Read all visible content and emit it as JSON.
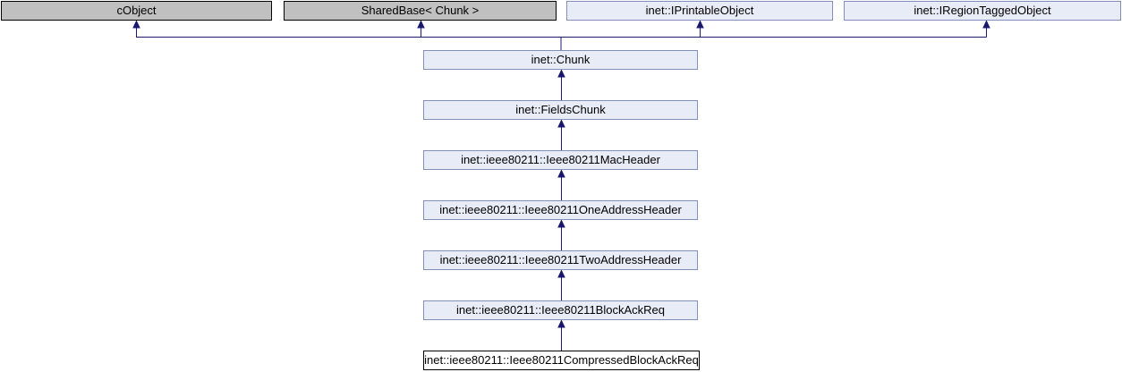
{
  "diagram": {
    "kind": "class-inheritance-graph",
    "arrow_color": "#191970",
    "colors": {
      "external_fill": "#c0c0c0",
      "external_border": "#000000",
      "linked_fill": "#e8ecf6",
      "linked_border": "#8090b8",
      "focus_fill": "#ffffff",
      "focus_border": "#000000"
    },
    "nodes": {
      "cobject": {
        "label": "cObject",
        "style": "external"
      },
      "sharedbase": {
        "label": "SharedBase< Chunk >",
        "style": "external"
      },
      "iprintableobject": {
        "label": "inet::IPrintableObject",
        "style": "linked"
      },
      "iregiontaggedobject": {
        "label": "inet::IRegionTaggedObject",
        "style": "linked"
      },
      "chunk": {
        "label": "inet::Chunk",
        "style": "linked"
      },
      "fieldschunk": {
        "label": "inet::FieldsChunk",
        "style": "linked"
      },
      "macheader": {
        "label": "inet::ieee80211::Ieee80211MacHeader",
        "style": "linked"
      },
      "oneaddressheader": {
        "label": "inet::ieee80211::Ieee80211OneAddressHeader",
        "style": "linked"
      },
      "twoaddressheader": {
        "label": "inet::ieee80211::Ieee80211TwoAddressHeader",
        "style": "linked"
      },
      "blockackreq": {
        "label": "inet::ieee80211::Ieee80211BlockAckReq",
        "style": "linked"
      },
      "compressedblockackreq": {
        "label": "inet::ieee80211::Ieee80211CompressedBlockAckReq",
        "style": "focus"
      }
    },
    "edges": [
      {
        "from": "inet::Chunk",
        "to": "cObject"
      },
      {
        "from": "inet::Chunk",
        "to": "SharedBase< Chunk >"
      },
      {
        "from": "inet::Chunk",
        "to": "inet::IPrintableObject"
      },
      {
        "from": "inet::Chunk",
        "to": "inet::IRegionTaggedObject"
      },
      {
        "from": "inet::FieldsChunk",
        "to": "inet::Chunk"
      },
      {
        "from": "inet::ieee80211::Ieee80211MacHeader",
        "to": "inet::FieldsChunk"
      },
      {
        "from": "inet::ieee80211::Ieee80211OneAddressHeader",
        "to": "inet::ieee80211::Ieee80211MacHeader"
      },
      {
        "from": "inet::ieee80211::Ieee80211TwoAddressHeader",
        "to": "inet::ieee80211::Ieee80211OneAddressHeader"
      },
      {
        "from": "inet::ieee80211::Ieee80211BlockAckReq",
        "to": "inet::ieee80211::Ieee80211TwoAddressHeader"
      },
      {
        "from": "inet::ieee80211::Ieee80211CompressedBlockAckReq",
        "to": "inet::ieee80211::Ieee80211BlockAckReq"
      }
    ]
  }
}
